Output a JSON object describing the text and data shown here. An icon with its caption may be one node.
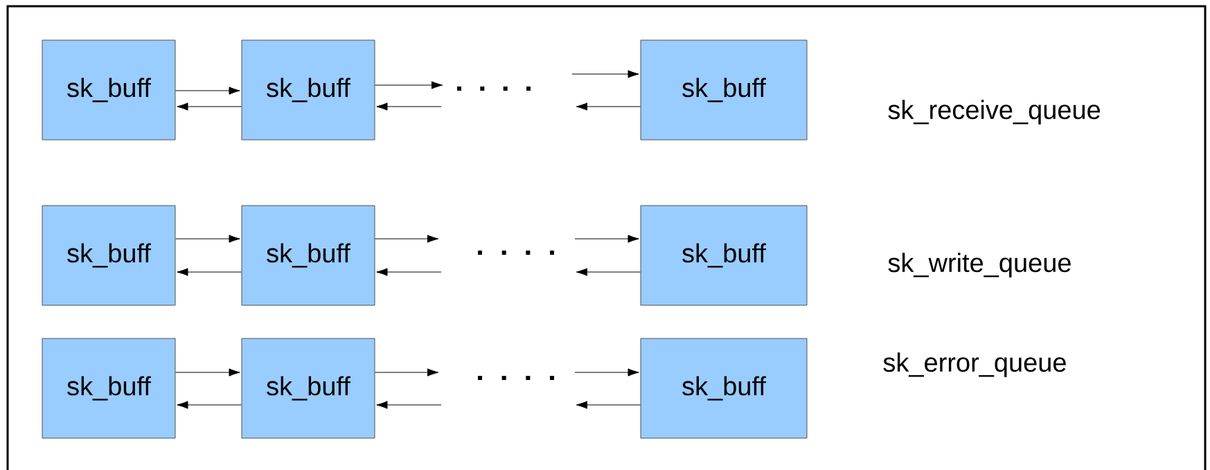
{
  "diagram": {
    "nodes": [
      {
        "text": [
          "sk_buff"
        ]
      },
      {
        "text": [
          "sk_buff"
        ]
      },
      {
        "text": [
          "sk_buff"
        ]
      },
      {
        "text": [
          "sk_buff"
        ]
      },
      {
        "text": [
          "sk_buff"
        ]
      },
      {
        "text": [
          "sk_buff"
        ]
      },
      {
        "text": [
          "sk_buff"
        ]
      },
      {
        "text": [
          "sk_buff"
        ]
      },
      {
        "text": [
          "sk_buff"
        ]
      }
    ],
    "edges": [
      {
        "from": 0,
        "to": 1,
        "arrow": "to"
      },
      {
        "from": 1,
        "to": 0,
        "arrow": "to"
      },
      {
        "from": 1,
        "to": null,
        "arrow": "to"
      },
      {
        "from": null,
        "to": 1,
        "arrow": "to"
      },
      {
        "from": null,
        "to": 2,
        "arrow": "to"
      },
      {
        "from": 2,
        "to": null,
        "arrow": "to"
      },
      {
        "from": 3,
        "to": 4,
        "arrow": "to"
      },
      {
        "from": 4,
        "to": 3,
        "arrow": "to"
      },
      {
        "from": 4,
        "to": null,
        "arrow": "to"
      },
      {
        "from": null,
        "to": 4,
        "arrow": "to"
      },
      {
        "from": null,
        "to": 5,
        "arrow": "to"
      },
      {
        "from": 5,
        "to": null,
        "arrow": "to"
      },
      {
        "from": 6,
        "to": 7,
        "arrow": "to"
      },
      {
        "from": 7,
        "to": 6,
        "arrow": "to"
      },
      {
        "from": 7,
        "to": null,
        "arrow": "to"
      },
      {
        "from": null,
        "to": 7,
        "arrow": "to"
      },
      {
        "from": null,
        "to": 8,
        "arrow": "to"
      },
      {
        "from": 8,
        "to": null,
        "arrow": "to"
      }
    ],
    "labels": [
      "sk_receive_queue",
      "sk_write_queue",
      "sk_error_queue"
    ]
  }
}
